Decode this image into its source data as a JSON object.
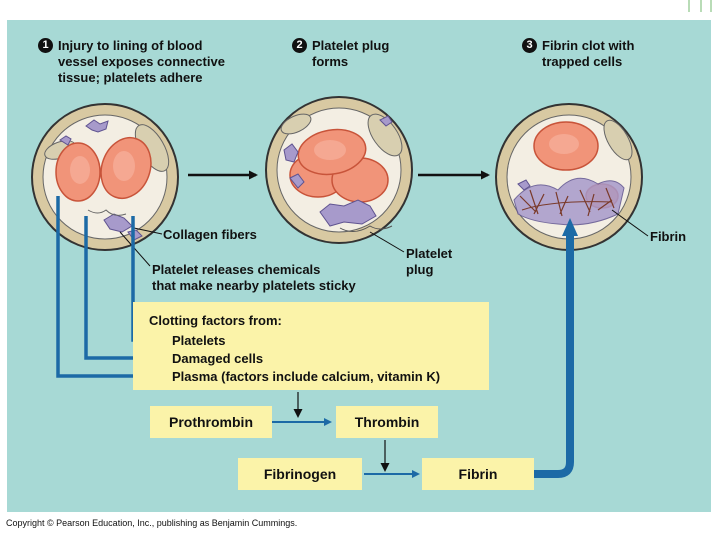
{
  "steps": [
    {
      "number": "1",
      "lines": [
        "Injury to lining of blood",
        "vessel exposes connective",
        "tissue; platelets adhere"
      ]
    },
    {
      "number": "2",
      "lines": [
        "Platelet plug",
        "forms"
      ]
    },
    {
      "number": "3",
      "lines": [
        "Fibrin clot with",
        "trapped cells"
      ]
    }
  ],
  "labels": {
    "collagen": "Collagen fibers",
    "platelet_plug": [
      "Platelet",
      "plug"
    ],
    "fibrin": "Fibrin",
    "releases": [
      "Platelet releases chemicals",
      "that make nearby platelets sticky"
    ]
  },
  "clotting": {
    "title": "Clotting factors from:",
    "items": [
      "Platelets",
      "Damaged cells",
      "Plasma (factors include calcium, vitamin K)"
    ]
  },
  "cascade": {
    "prothrombin": "Prothrombin",
    "thrombin": "Thrombin",
    "fibrinogen": "Fibrinogen",
    "fibrin": "Fibrin"
  },
  "colors": {
    "panel": "#a7d9d5",
    "box": "#fbf3a9",
    "arrow": "#1c6aa6",
    "red_cell": "#f19479",
    "platelet": "#a79acb"
  },
  "copyright": "Copyright © Pearson Education, Inc., publishing as Benjamin Cummings."
}
